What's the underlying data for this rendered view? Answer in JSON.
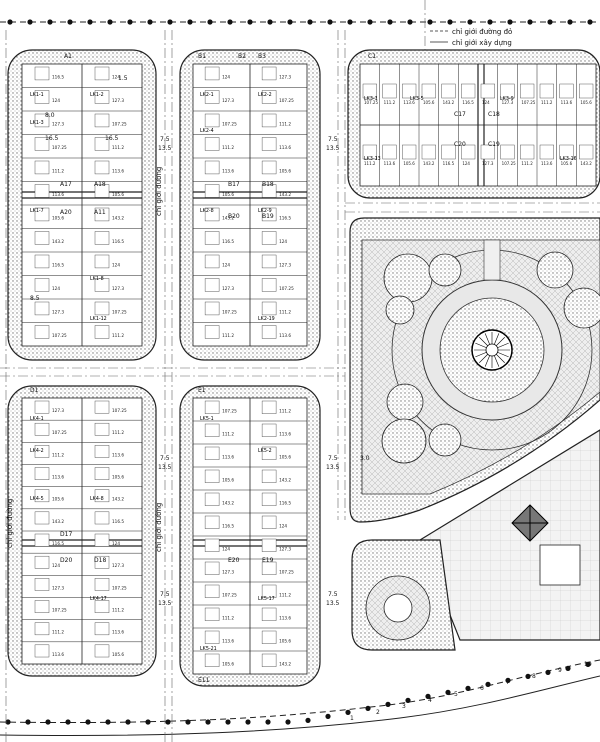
{
  "legend": {
    "line1": "chỉ giới đường đỏ",
    "line2": "chỉ giới xây dựng"
  },
  "street_labels": {
    "left_vertical": "chỉ giới đường",
    "mid_upper": "chỉ giới đường",
    "mid_lower": "chỉ giới đường"
  },
  "dimensions": {
    "d1": "7.5",
    "d2": "13.5",
    "d3": "3.0",
    "d4": "1.5",
    "d5": "16.5",
    "d6": "8.0",
    "d7": "8.5"
  },
  "blocks": {
    "a": {
      "corner": "A1",
      "codes": [
        "A17",
        "A18",
        "A20",
        "A11"
      ],
      "lots": [
        "LK1-1",
        "LK1-2",
        "LK1-3",
        "LK1-7",
        "LK1-8",
        "LK1-12"
      ]
    },
    "b": {
      "corner": "B1",
      "codes": [
        "B17",
        "B18",
        "B20",
        "B19",
        "B2",
        "B3"
      ],
      "lots": [
        "LK2-1",
        "LK2-2",
        "LK2-4",
        "LK2-8",
        "LK2-9",
        "LK2-19"
      ]
    },
    "c": {
      "corner": "C1",
      "codes": [
        "C17",
        "C18",
        "C20",
        "C19"
      ],
      "lots": [
        "LK3-1",
        "LK3-5",
        "LK3-9",
        "LK3-13",
        "LK3-16"
      ]
    },
    "d": {
      "corner": "D1",
      "codes": [
        "D17",
        "D20",
        "D18"
      ],
      "lots": [
        "LK4-1",
        "LK4-2",
        "LK4-5",
        "LK4-8",
        "LK4-17"
      ]
    },
    "e": {
      "corner": "E1",
      "codes": [
        "E20",
        "E19",
        "E11"
      ],
      "lots": [
        "LK5-1",
        "LK5-2",
        "LK5-17",
        "LK5-21"
      ]
    }
  },
  "areas": {
    "a1": "116.5",
    "a2": "124",
    "a3": "127.3",
    "a4": "107.25",
    "a5": "111.2",
    "a6": "113.6",
    "a7": "105.6",
    "a8": "143.2"
  },
  "road_points": [
    "1",
    "2",
    "3",
    "4",
    "5",
    "6",
    "7",
    "8",
    "9",
    "10"
  ]
}
